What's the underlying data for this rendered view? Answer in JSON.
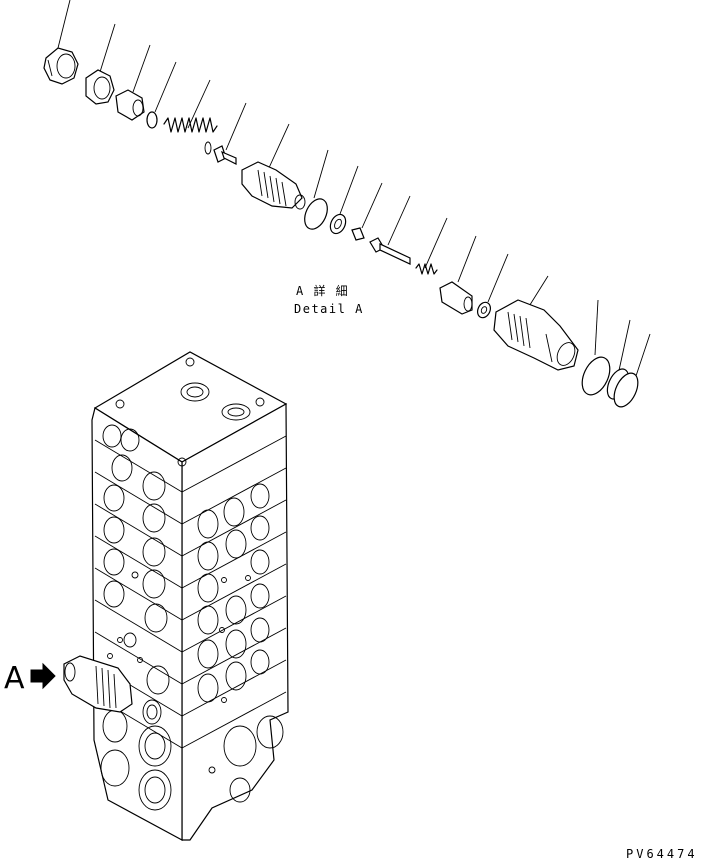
{
  "detail_label": {
    "jp": "A 詳 細",
    "en": "Detail A"
  },
  "view_marker": "A",
  "drawing_code": "PV64474"
}
